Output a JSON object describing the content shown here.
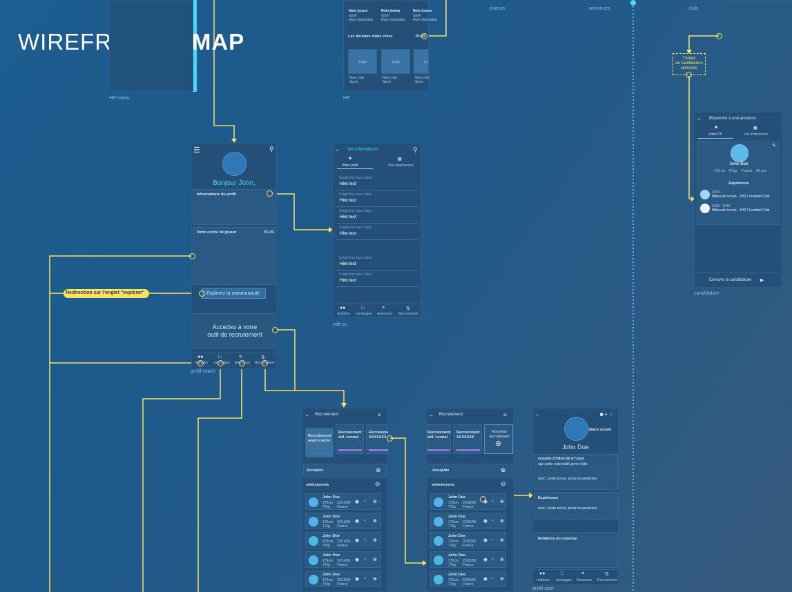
{
  "title": {
    "light": "WIREFRAMES",
    "bold": "MAP"
  },
  "screen_labels": {
    "hp_menu": "HP-menu",
    "hp": "HP",
    "profil_coach": "profil coach",
    "edit_cv": "edit cv",
    "candidature": "candidature",
    "profil_user": "profil user"
  },
  "top_tabs": {
    "joueurs": "joueurs",
    "annonces": "annonces",
    "club": "club"
  },
  "hp": {
    "players": [
      {
        "name": "Nom joueur",
        "l1": "Sport",
        "l2": "Nom club/statut"
      },
      {
        "name": "Nom joueur",
        "l1": "Sport",
        "l2": "Nom club/statut"
      },
      {
        "name": "Nom joueur",
        "l1": "Sport",
        "l2": "Nom club/statut"
      }
    ],
    "section": "Les derniers clubs crées",
    "plus": "PLUS",
    "logo": "Logo",
    "logo_partial": "Lo",
    "club_name": "Nom club",
    "club_sport": "Sport"
  },
  "tunnel": {
    "line1": "Tunnel",
    "line2": "de candidature",
    "line3": "annonce"
  },
  "coach": {
    "greeting": "Bonjour John,",
    "info": "Informations du profil",
    "circle": "Votre cercle de joueur",
    "plus": "PLUS",
    "explore_btn": "Explorez la communauté",
    "cta_line1": "Accedez à votre",
    "cta_line2": "outil de recrutement",
    "nav": [
      "relations",
      "messages",
      "Annonces",
      "Recrutement"
    ]
  },
  "redirect": "Redirection sur l'onglet \"explorer\"",
  "edit": {
    "title": "Vos  informations",
    "tab1": "Votre profil",
    "tab2": "Vos expériences",
    "fields": [
      {
        "label": "Single line input label",
        "hint": "Hint text"
      },
      {
        "label": "Single line input label",
        "hint": "Hint text"
      },
      {
        "label": "Single line input label",
        "hint": "Hint text"
      },
      {
        "label": "Single line input label",
        "hint": "Hint text"
      },
      {
        "label": "Single line input label",
        "hint": "Hint text"
      },
      {
        "label": "Single line input label",
        "hint": "Hint text"
      }
    ],
    "nav": [
      "relations",
      "messages",
      "Annonces",
      "Recrutement"
    ]
  },
  "cand": {
    "title": "Répondre à une annonce",
    "tab1": "Votre CV",
    "tab2": "Vos motivations",
    "name": "John Doe",
    "stats": [
      "179 cm",
      "72 kg",
      "France",
      "28 ans"
    ],
    "exp_title": "Expérience",
    "exp": [
      {
        "years": "2016 -",
        "desc": "Milieu de terrain - JHST Football Club"
      },
      {
        "years": "2015 - 2016",
        "desc": "Milieu de terrain - JHST Football Club"
      }
    ],
    "send": "Envoyer la candidature"
  },
  "recr1": {
    "title": "Recrutement",
    "cards": [
      {
        "l1": "Recrutement",
        "l2": "avant centre"
      },
      {
        "l1": "Recrutement",
        "l2": "def. central"
      },
      {
        "l1": "Recruteme",
        "l2": "XXXXXXX"
      }
    ],
    "acceptes": "Acceptés",
    "selectionnes": "séléctionnés",
    "row_name": "John Doe",
    "row_a1": "179cm",
    "row_a2": "77kg",
    "row_b1": "23/10/90",
    "row_b2": "France"
  },
  "recr2": {
    "title": "Recrutement",
    "cards": [
      {
        "l1": "Recrutement",
        "l2": "def. central"
      },
      {
        "l1": "Recrutement",
        "l2": "XXXXXXX"
      },
      {
        "l1": "Nouveau",
        "l2": "recrutement"
      }
    ],
    "acceptes": "Acceptés",
    "selectionnes": "séléctionnés"
  },
  "user": {
    "status": "Statut actuel",
    "name": "John Doe",
    "summary": "résumé d'infos lié à l'user",
    "summary_sub": "age poids nationalité genre taille",
    "summary_sub2": "sport, poste actuel, poste de prediction",
    "exp": "Expérience",
    "exp_sub": "sport, poste actuel, poste de prediction",
    "relations": "Relations en commun",
    "nav": [
      "relations",
      "messages",
      "Annonces",
      "Recrutement"
    ]
  },
  "colors": {
    "background": "#1f5a8b",
    "connector": "#ffe25e",
    "accent_cyan": "#4ad8ff"
  }
}
